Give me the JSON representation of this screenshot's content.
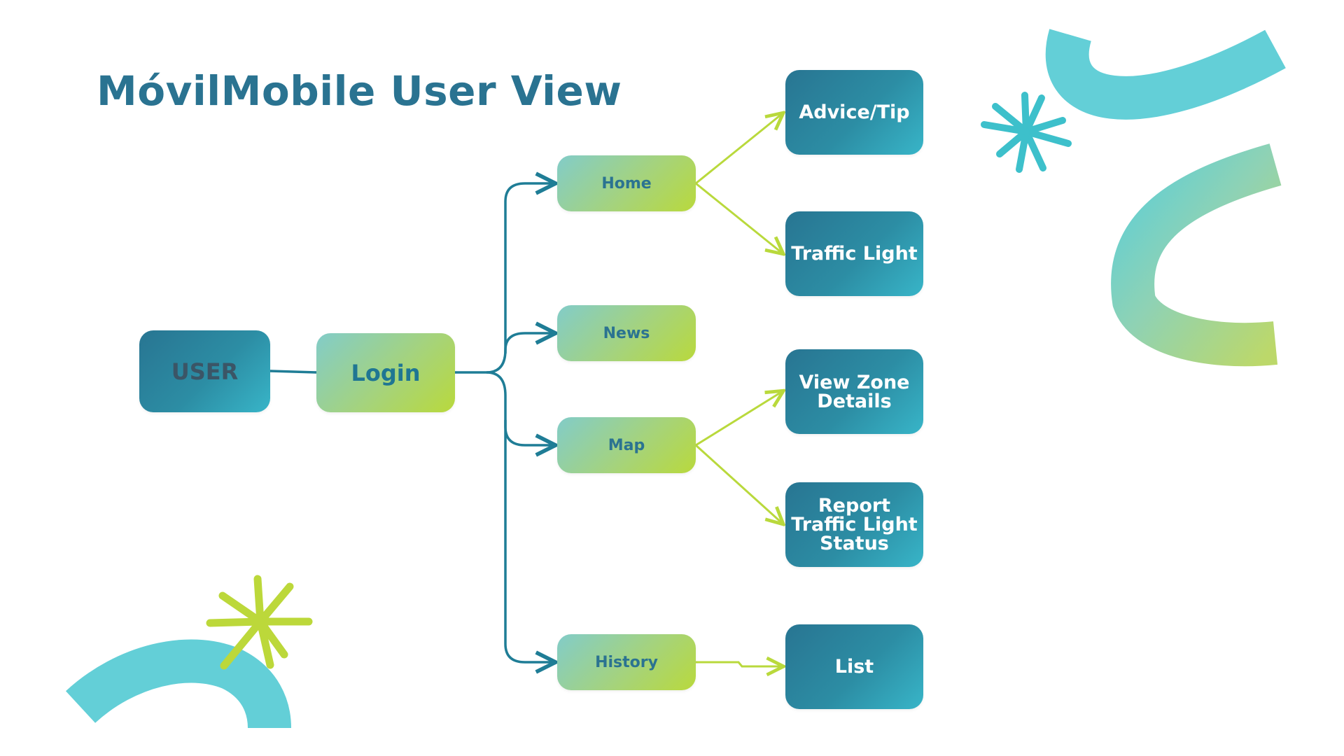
{
  "title": "MóvilMobile User View",
  "colors": {
    "title": "#2a7391",
    "dark_node_start": "#287592",
    "dark_node_end": "#38b5c8",
    "green_node_start": "#82ccc9",
    "green_node_end": "#b9d93c",
    "teal_connector": "#1f7d96",
    "green_connector": "#b9d93c",
    "decor_teal": "#5ecfd6",
    "decor_green": "#bcd83a"
  },
  "nodes": {
    "user": "USER",
    "login": "Login",
    "home": "Home",
    "news": "News",
    "map": "Map",
    "history": "History",
    "advice_tip": "Advice/Tip",
    "traffic_light": "Traffic Light",
    "view_zone_details": "View Zone\nDetails",
    "report_status": "Report\nTraffic Light\nStatus",
    "list": "List"
  }
}
